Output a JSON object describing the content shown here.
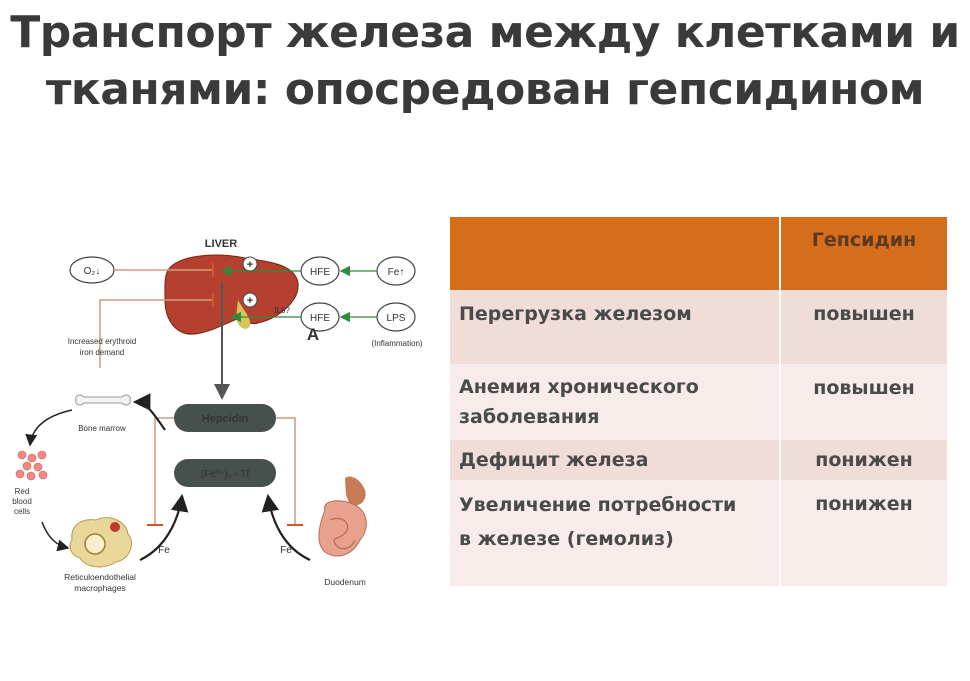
{
  "title_line1": "Транспорт железа между клетками и",
  "title_line2": "тканями: опосредован гепсидином",
  "diagram": {
    "liver": "LIVER",
    "o2": "O₂↓",
    "hfe": "HFE",
    "fe_up": "Fe↑",
    "il6": "IL6?",
    "lps": "LPS",
    "inflammation": "(Inflammation)",
    "plus": "+",
    "marker_a": "A",
    "erythroid_1": "Increased erythroid",
    "erythroid_2": "iron demand",
    "hepcidin": "Hepcidin",
    "fe_tf": "(Fe³⁺)₂ - Tf",
    "bone_marrow": "Bone marrow",
    "rbc_1": "Red",
    "rbc_2": "blood",
    "rbc_3": "cells",
    "fe": "Fe",
    "macro_1": "Reticuloendothelial",
    "macro_2": "macrophages",
    "duodenum": "Duodenum"
  },
  "table": {
    "header": [
      "",
      "Гепсидин"
    ],
    "rows": [
      {
        "condition_lines": [
          "Перегрузка железом"
        ],
        "value": "повышен"
      },
      {
        "condition_lines": [
          "Анемия хронического",
          "заболевания"
        ],
        "value": "повышен"
      },
      {
        "condition_lines": [
          "Дефицит железа"
        ],
        "value": "понижен"
      },
      {
        "condition_lines": [
          "Увеличение потребности",
          "в железе (гемолиз)"
        ],
        "value": "понижен"
      }
    ]
  },
  "colors": {
    "header_bg": "#d56d1b",
    "row_dark": "#f0ddd7",
    "row_light": "#f7ecea",
    "liver": "#b6402f",
    "green_arrow": "#2e8b3e",
    "inhibit_line": "#d49a7e"
  }
}
